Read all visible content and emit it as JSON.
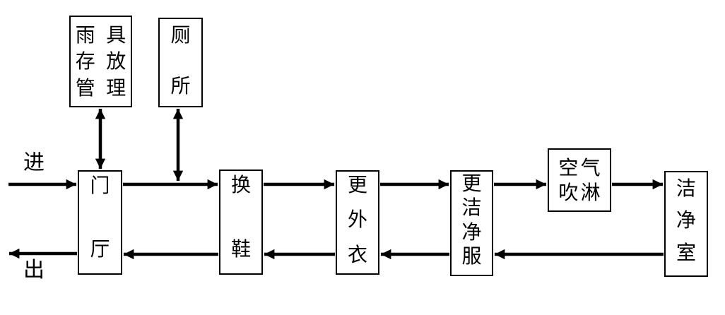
{
  "labels": {
    "enter": "进",
    "exit": "出"
  },
  "boxes": {
    "rain_gear_storage": {
      "label": "雨具存放管理",
      "lines": [
        "雨具",
        "存放",
        "管理"
      ]
    },
    "toilet": {
      "label": "厕所",
      "lines": [
        "厕",
        "所"
      ]
    },
    "entrance_hall": {
      "label": "门厅",
      "lines": [
        "门",
        "厅"
      ]
    },
    "change_shoes": {
      "label": "换鞋",
      "lines": [
        "换",
        "鞋"
      ]
    },
    "change_outer_clothes": {
      "label": "更外衣",
      "lines": [
        "更",
        "外",
        "衣"
      ]
    },
    "change_clean_garment": {
      "label": "更洁净服",
      "lines": [
        "更",
        "洁",
        "净",
        "服"
      ]
    },
    "air_shower": {
      "label": "空气吹淋",
      "lines": [
        "空气",
        "吹淋"
      ]
    },
    "clean_room": {
      "label": "洁净室",
      "lines": [
        "洁",
        "净",
        "室"
      ]
    }
  },
  "colors": {
    "background": "#ffffff",
    "line": "#000000",
    "box_border": "#000000",
    "text": "#000000"
  }
}
